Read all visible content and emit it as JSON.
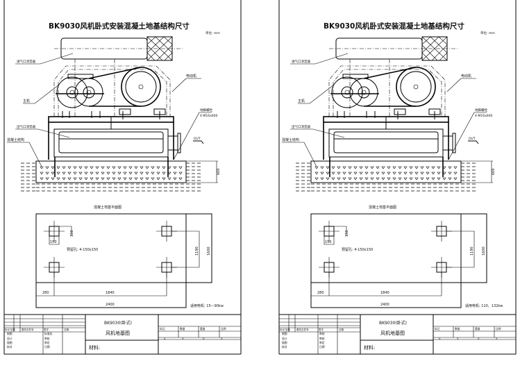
{
  "sheets": [
    {
      "title": "BK9030风机卧式安装混凝土地基结构尺寸",
      "unit": "单位: mm",
      "labels": {
        "inlet_silencer": "进气口消音器",
        "motor": "电动机",
        "main_unit": "主机",
        "anchor_bolt": "地脚螺栓",
        "anchor_spec": "4-M16x600",
        "outlet_silencer": "出气口消音器",
        "concrete": "混凝土结构",
        "out": "OUT",
        "depth": "600"
      },
      "plan": {
        "title": "混凝土地基平面图",
        "hole_v": "150",
        "hole_h": "150",
        "reserved_holes": "预留孔: 4-150x150",
        "dim_1190": "1190",
        "dim_1600": "1600",
        "dim_280": "280",
        "dim_1840": "1840",
        "dim_2400": "2400",
        "motor_range": "适用电机: 15—90kw"
      },
      "title_block": {
        "name_line1": "BK9030(卧式)",
        "name_line2": "风机地基图",
        "material": "材料:",
        "rev_headers": [
          "标记",
          "处数",
          "更改文件号",
          "签字",
          "日期"
        ],
        "left_roles": [
          "制图",
          "设计",
          "描图",
          "校对"
        ],
        "mid_roles": [
          "标准化",
          "审核",
          "审定",
          "日期"
        ],
        "right_headers": [
          "标记",
          "数量",
          "重量",
          "比例"
        ],
        "sheet_count": [
          "共",
          "张",
          "第",
          "张"
        ]
      }
    },
    {
      "title": "BK9030风机卧式安装混凝土地基结构尺寸",
      "unit": "单位: mm",
      "labels": {
        "inlet_silencer": "进气口消音器",
        "motor": "电动机",
        "main_unit": "主机",
        "anchor_bolt": "地脚螺栓",
        "anchor_spec": "4-M16x600",
        "outlet_silencer": "出气口消音器",
        "concrete": "混凝土结构",
        "out": "OUT",
        "depth": "600"
      },
      "plan": {
        "title": "混凝土地基平面图",
        "hole_v": "150",
        "hole_h": "150",
        "reserved_holes": "预留孔: 4-150x150",
        "dim_1190": "1190",
        "dim_1600": "1600",
        "dim_280": "280",
        "dim_1840": "1840",
        "dim_2400": "2400",
        "motor_range": "适用电机: 110、132kw"
      },
      "title_block": {
        "name_line1": "BK9030(卧式)",
        "name_line2": "风机地基图",
        "material": "材料:",
        "rev_headers": [
          "标记",
          "处数",
          "更改文件号",
          "签字",
          "日期"
        ],
        "left_roles": [
          "制图",
          "设计",
          "描图",
          "校对"
        ],
        "mid_roles": [
          "审核",
          "审核",
          "审定",
          "日期"
        ],
        "right_headers": [
          "标记",
          "数量",
          "重量",
          "比例"
        ],
        "sheet_count": [
          "共",
          "张",
          "第",
          "张"
        ]
      }
    }
  ]
}
